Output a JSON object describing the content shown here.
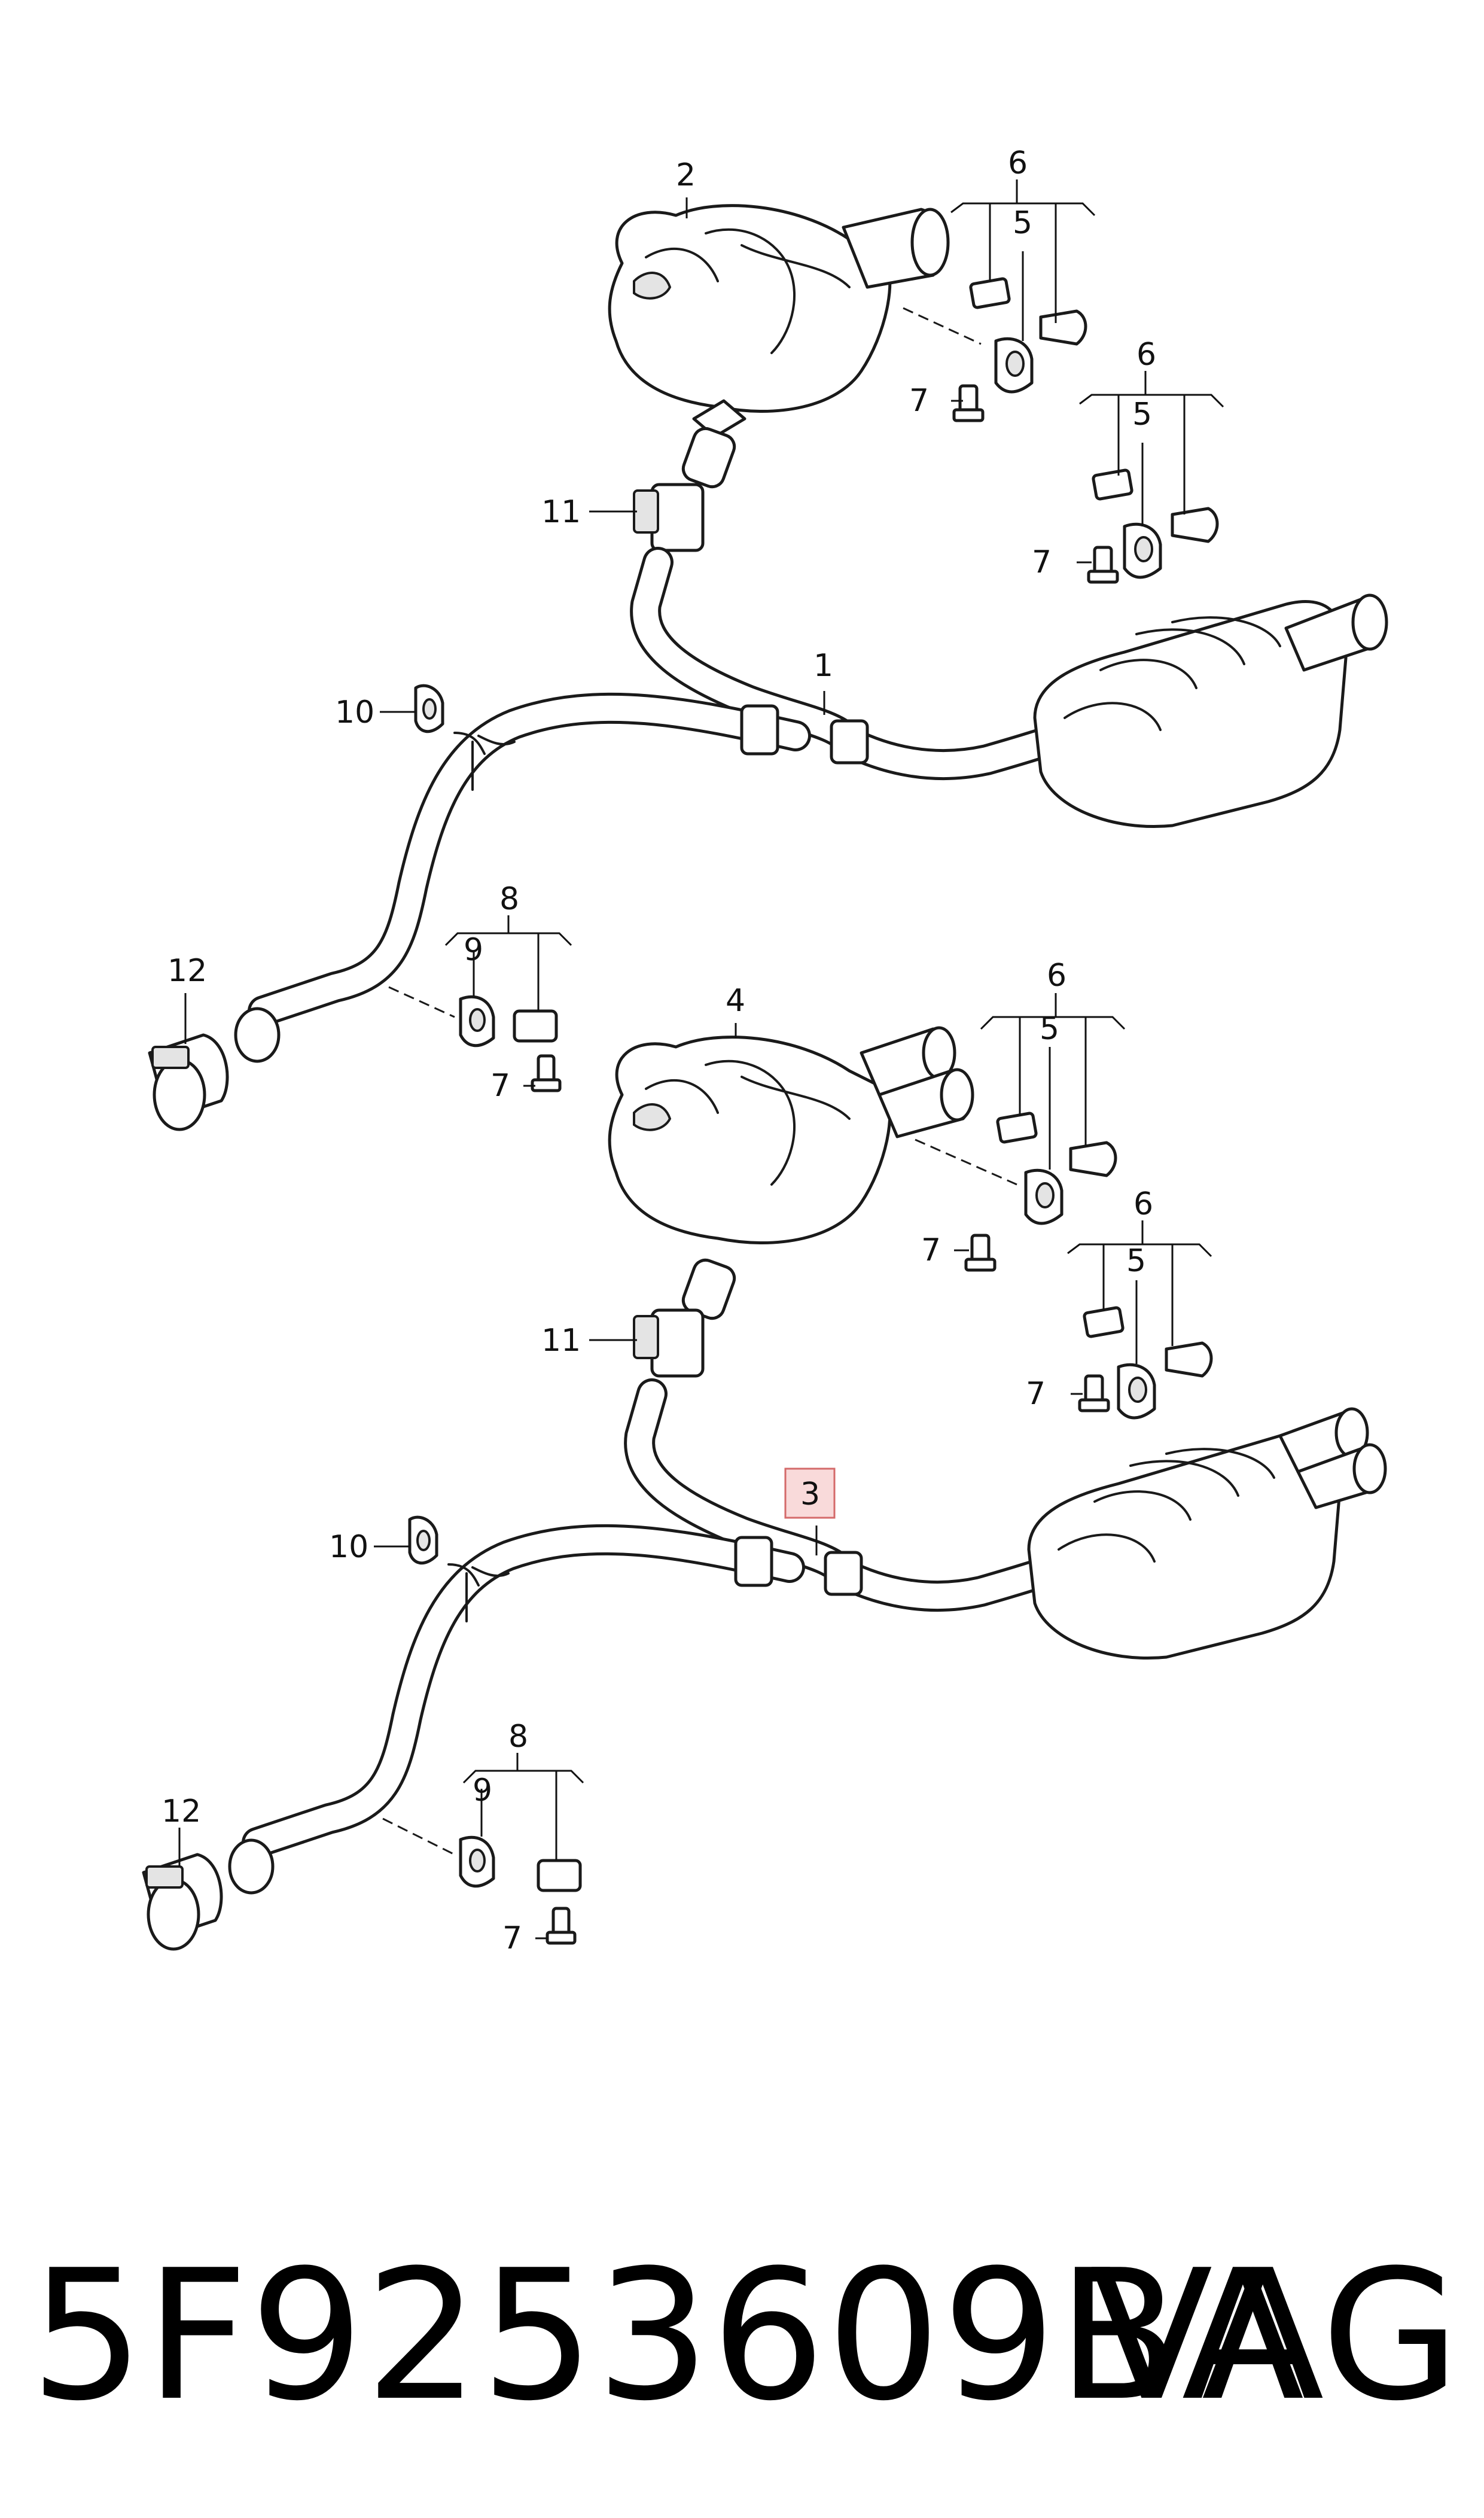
{
  "diagram": {
    "callouts": {
      "top": {
        "n1": "1",
        "n2": "2",
        "n5a": "5",
        "n5b": "5",
        "n6a": "6",
        "n6b": "6",
        "n7a": "7",
        "n7b": "7",
        "n7c": "7",
        "n8": "8",
        "n9": "9",
        "n10": "10",
        "n11": "11",
        "n12": "12"
      },
      "bottom": {
        "n3": "3",
        "n4": "4",
        "n5a": "5",
        "n5b": "5",
        "n6a": "6",
        "n6b": "6",
        "n7a": "7",
        "n7b": "7",
        "n7c": "7",
        "n8": "8",
        "n9": "9",
        "n10": "10",
        "n11": "11",
        "n12": "12"
      }
    },
    "highlighted_callout": "3",
    "colors": {
      "line": "#1a1a1a",
      "highlight_fill": "#f9dada",
      "highlight_stroke": "#d46a6a"
    }
  },
  "footer": {
    "part_number": "5F9253609BA",
    "brand": "VAG"
  }
}
